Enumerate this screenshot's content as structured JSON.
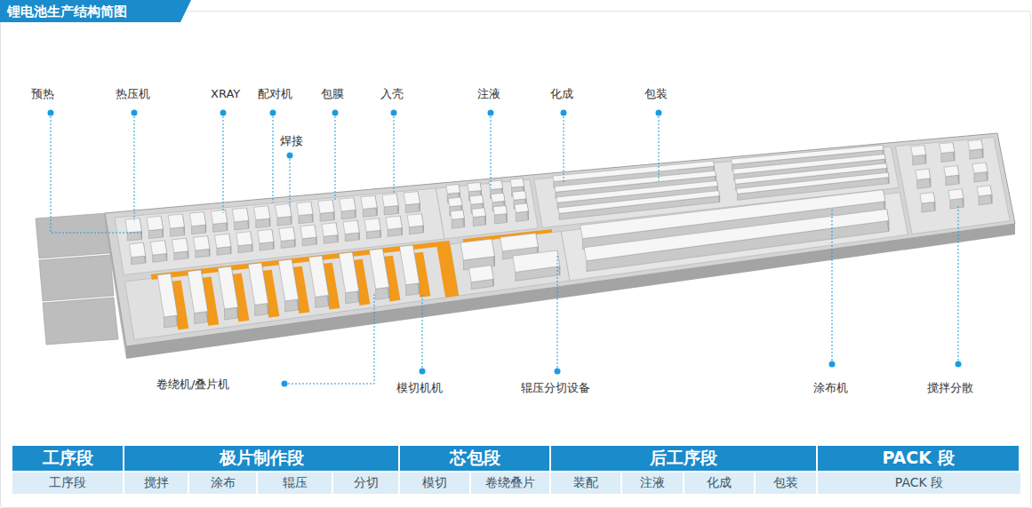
{
  "diagram": {
    "title": "锂电池生产结构简图",
    "labels": [
      "预热",
      "热压机",
      "XRAY",
      "配对机",
      "焊接",
      "包膜",
      "入壳",
      "注液",
      "化成",
      "包装",
      "卷绕机/叠片机",
      "模切机机",
      "辊压分切设备",
      "涂布机",
      "搅拌分散",
      "工序段",
      "极片制作段",
      "芯包段",
      "后工序段",
      "PACK 段",
      "工序段",
      "搅拌",
      "涂布",
      "辊压",
      "分切",
      "模切",
      "卷绕叠片",
      "装配",
      "注液",
      "化成",
      "包装",
      "PACK 段"
    ]
  }
}
